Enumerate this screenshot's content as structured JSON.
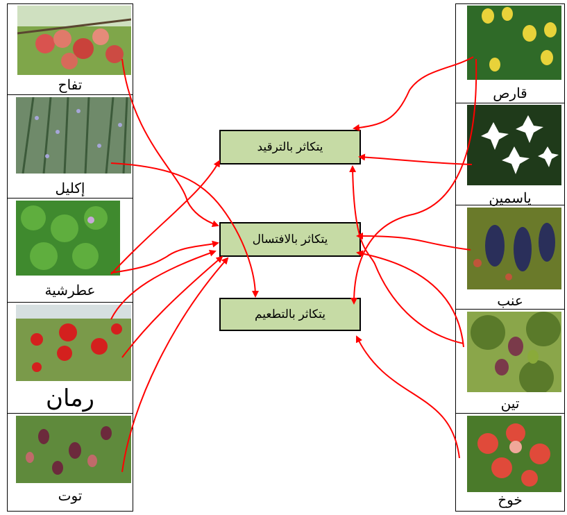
{
  "left_items": [
    {
      "label": "تفاح",
      "icon": "apple-tree-photo"
    },
    {
      "label": "إكليل",
      "icon": "rosemary-photo"
    },
    {
      "label": "عطرشية",
      "icon": "geranium-photo"
    },
    {
      "label": "رمان",
      "icon": "pomegranate-photo"
    },
    {
      "label": "توت",
      "icon": "mulberry-photo"
    }
  ],
  "right_items": [
    {
      "label": "قارص",
      "icon": "lemon-tree-photo"
    },
    {
      "label": "ياسمين",
      "icon": "jasmine-photo"
    },
    {
      "label": "عنب",
      "icon": "grape-vine-photo"
    },
    {
      "label": "تين",
      "icon": "fig-photo"
    },
    {
      "label": "خوخ",
      "icon": "peach-photo"
    }
  ],
  "methods": [
    {
      "label": "يتكاثر بالترقيد"
    },
    {
      "label": "يتكاثر بالافتسال"
    },
    {
      "label": "يتكاثر بالتطعيم"
    }
  ],
  "arrow_color": "#ff0000",
  "box_color": "#c6dba5"
}
